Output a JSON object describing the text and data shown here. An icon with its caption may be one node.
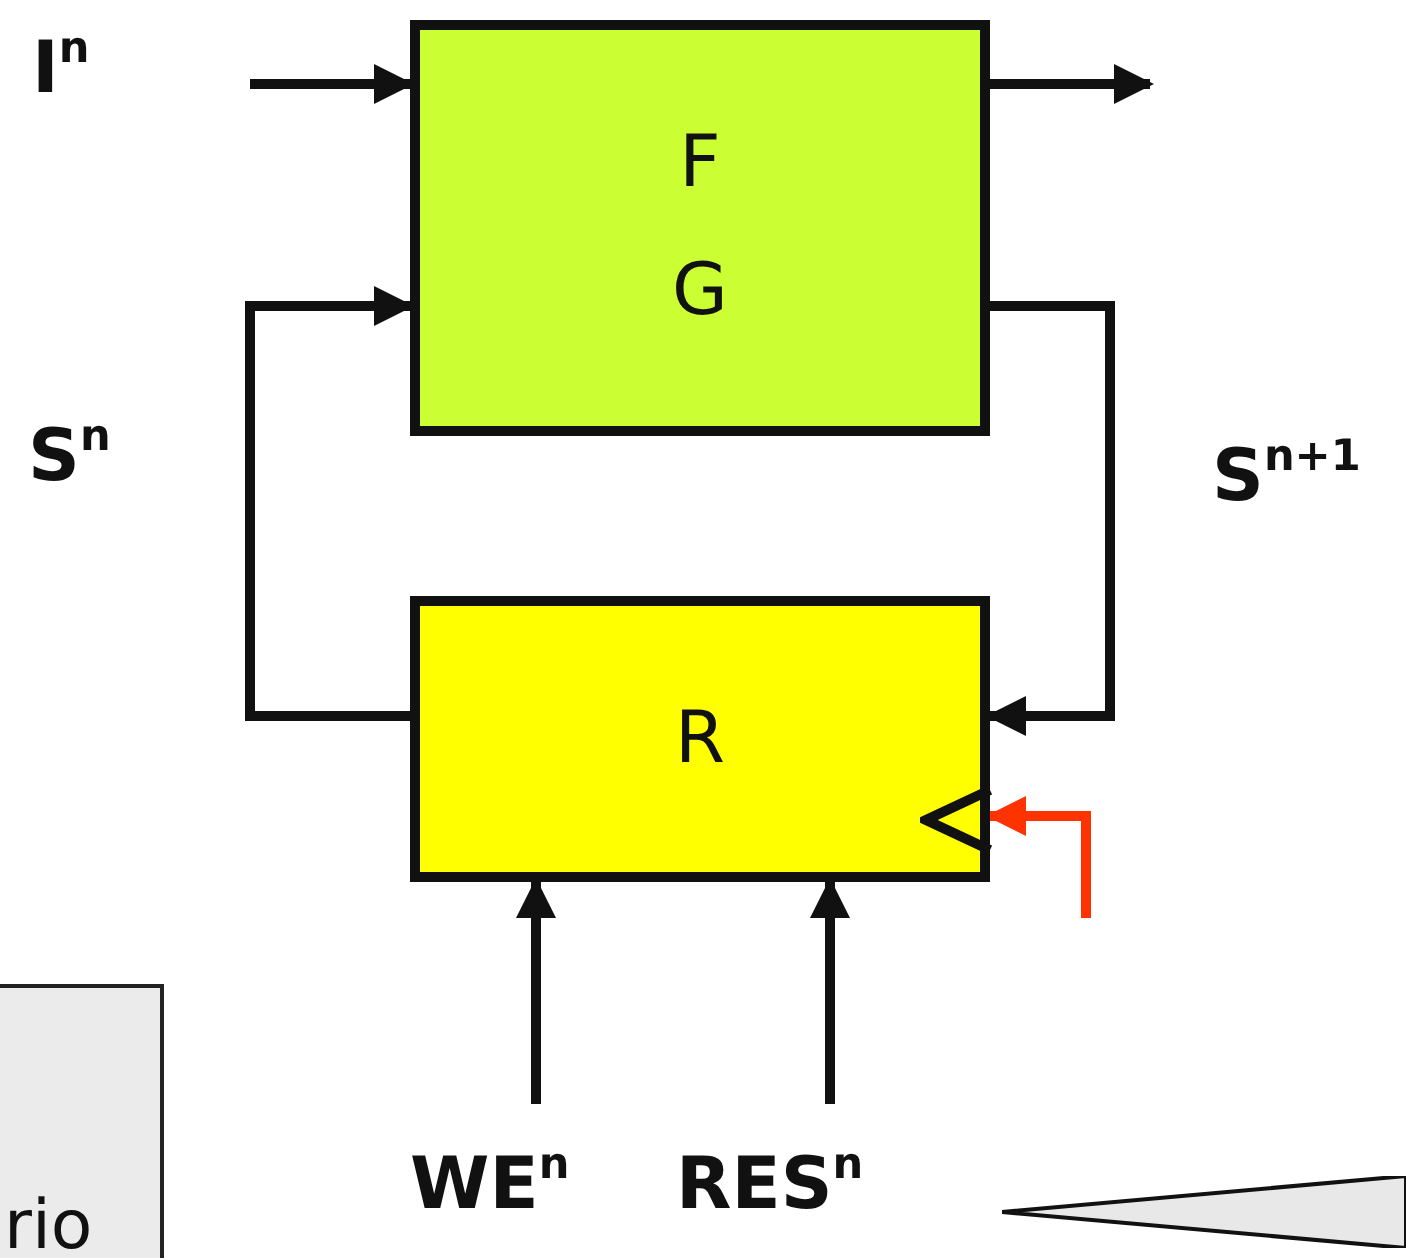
{
  "diagram": {
    "nodes": [
      {
        "text": [
          "F",
          "G"
        ]
      },
      {
        "text": [
          "R"
        ]
      },
      {
        "text": [
          "WE$^{n}$"
        ]
      },
      {
        "text": [
          "RES$^{n}$"
        ]
      },
      {
        "text": [
          "rio"
        ]
      },
      {
        "text": [],
        "shape": "triangle"
      }
    ],
    "edges": [
      {
        "from": null,
        "to": 0,
        "arrow": "to"
      },
      {
        "from": 0,
        "to": null,
        "arrow": "to"
      },
      {
        "from": 1,
        "to": 0,
        "arrow": "to"
      },
      {
        "from": 0,
        "to": 1,
        "arrow": "to"
      },
      {
        "from": null,
        "to": 1,
        "arrow": "to",
        "color": "#ff3300"
      },
      {
        "from": 2,
        "to": 1,
        "arrow": "to"
      },
      {
        "from": 3,
        "to": 1,
        "arrow": "to"
      }
    ],
    "labels": [
      "I$^{n}$",
      "S$^{n}$",
      "S$^{n+1}$"
    ]
  }
}
